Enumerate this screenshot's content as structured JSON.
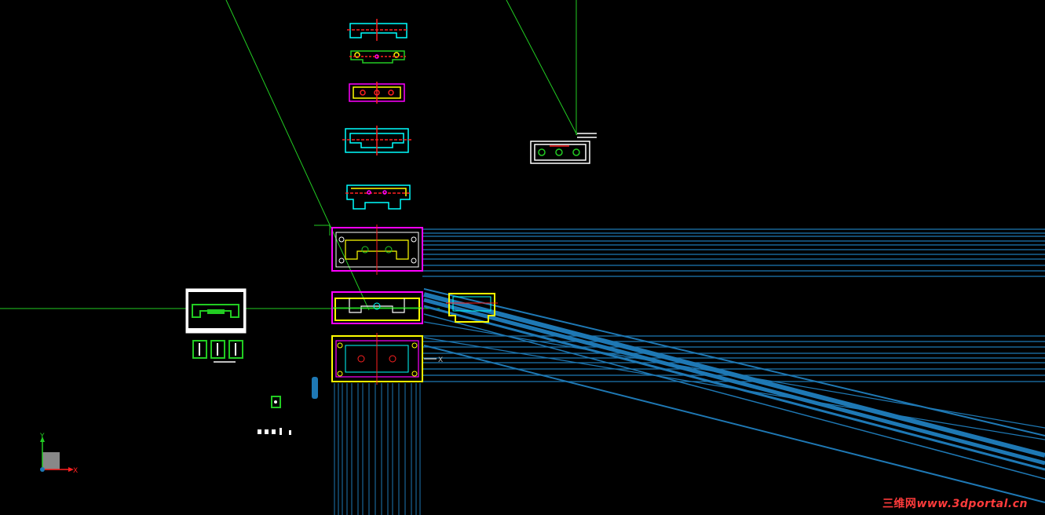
{
  "viewport": {
    "background": "#000000",
    "colors": {
      "green": "#22cc22",
      "cyan": "#00ffff",
      "magenta": "#ff00ff",
      "yellow": "#ffff00",
      "white": "#ffffff",
      "red": "#ff2020",
      "blue": "#1e78b4"
    }
  },
  "ucs_icon": {
    "x_label": "X",
    "y_label": "Y",
    "icon": "ucs-axis-icon"
  },
  "cursor": {
    "label": "X",
    "icon": "crosshair-cursor-icon"
  },
  "watermark": {
    "chinese": "三维网",
    "url": "www.3dportal.cn"
  }
}
